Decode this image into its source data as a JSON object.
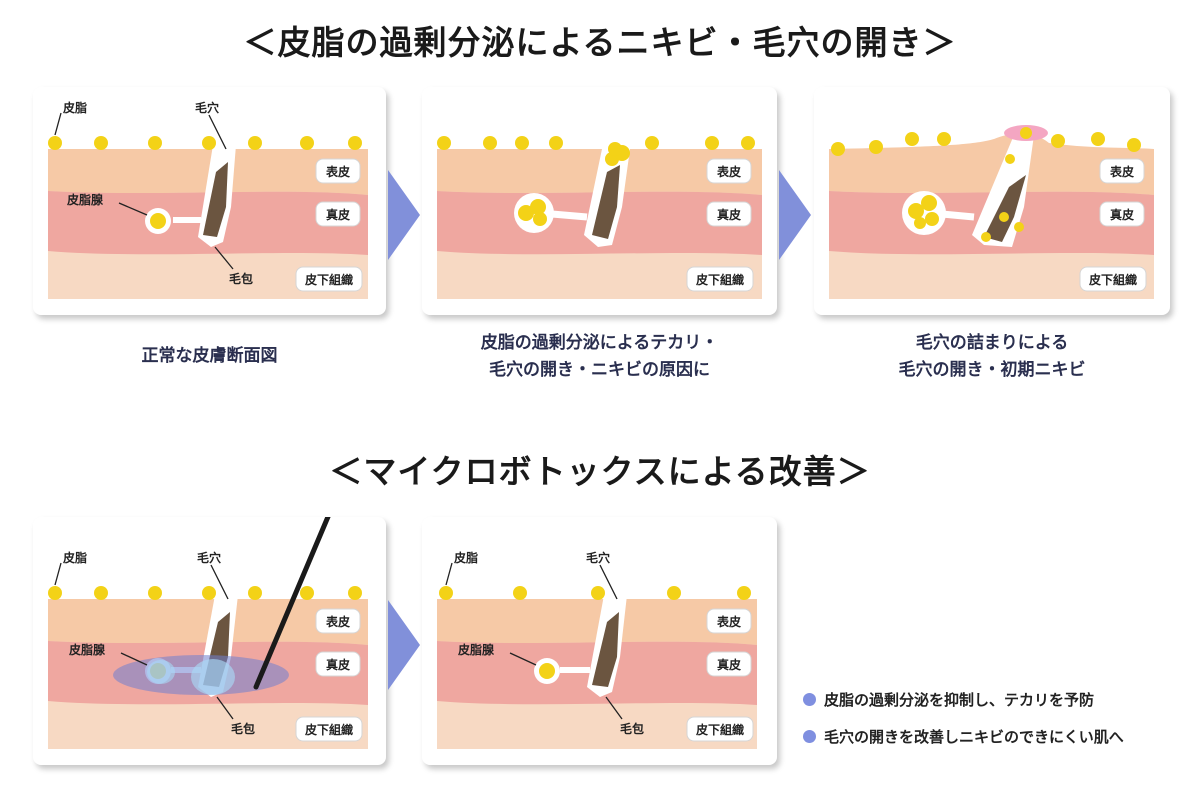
{
  "headings": {
    "top": "＜皮脂の過剰分泌によるニキビ・毛穴の開き＞",
    "bottom": "＜マイクロボトックスによる改善＞"
  },
  "labels": {
    "sebum": "皮脂",
    "pore": "毛穴",
    "gland": "皮脂腺",
    "follicle": "毛包",
    "epidermis": "表皮",
    "dermis": "真皮",
    "subcutis": "皮下組織"
  },
  "captions": {
    "normal": "正常な皮膚断面図",
    "oily_line1": "皮脂の過剰分泌によるテカリ・",
    "oily_line2": "毛穴の開き・ニキビの原因に",
    "clogged_line1": "毛穴の詰まりによる",
    "clogged_line2": "毛穴の開き・初期ニキビ"
  },
  "notes": [
    "皮脂の過剰分泌を抑制し、テカリを予防",
    "毛穴の開きを改善しニキビのできにくい肌へ"
  ],
  "colors": {
    "epidermis": "#f6c9a6",
    "dermis": "#efa7a0",
    "subcutis": "#f7d9c3",
    "sebum": "#f3d217",
    "hair": "#6b5540",
    "arrow": "#8190da",
    "injection": "#6f7fd0"
  }
}
